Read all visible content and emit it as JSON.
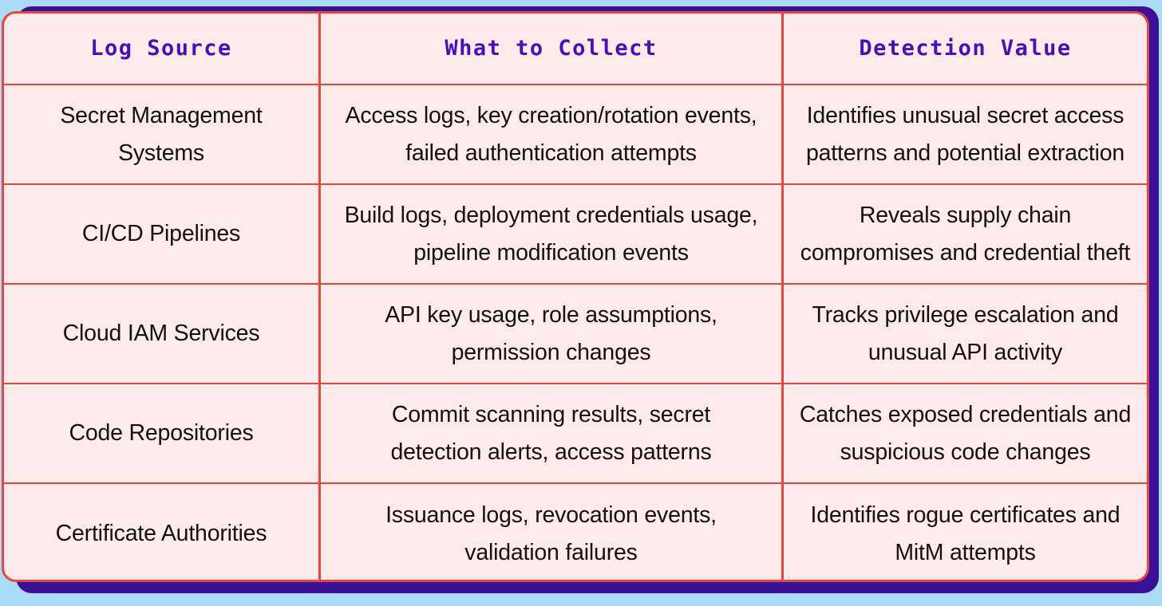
{
  "theme": {
    "background": "#ABDCF7",
    "card_fill": "#FCEBE9",
    "border_red": "#EA4440",
    "shadow_indigo": "#3A1196",
    "header_text": "#4A0FB8",
    "body_text": "#14110F"
  },
  "table": {
    "columns": [
      {
        "key": "log_source",
        "label": "Log Source"
      },
      {
        "key": "what_to_collect",
        "label": "What to Collect"
      },
      {
        "key": "detection_value",
        "label": "Detection Value"
      }
    ],
    "rows": [
      {
        "log_source": "Secret Management Systems",
        "what_to_collect": "Access logs, key creation/rotation events, failed authentication attempts",
        "detection_value": "Identifies unusual secret access patterns and potential extraction"
      },
      {
        "log_source": "CI/CD Pipelines",
        "what_to_collect": "Build logs, deployment credentials usage, pipeline modification events",
        "detection_value": "Reveals supply chain compromises and credential theft"
      },
      {
        "log_source": "Cloud IAM Services",
        "what_to_collect": "API key usage, role assumptions, permission changes",
        "detection_value": "Tracks privilege escalation and unusual API activity"
      },
      {
        "log_source": "Code Repositories",
        "what_to_collect": "Commit scanning results, secret detection alerts, access patterns",
        "detection_value": "Catches exposed credentials and suspicious code changes"
      },
      {
        "log_source": "Certificate Authorities",
        "what_to_collect": "Issuance logs, revocation events, validation failures",
        "detection_value": "Identifies rogue certificates and MitM attempts"
      }
    ]
  }
}
